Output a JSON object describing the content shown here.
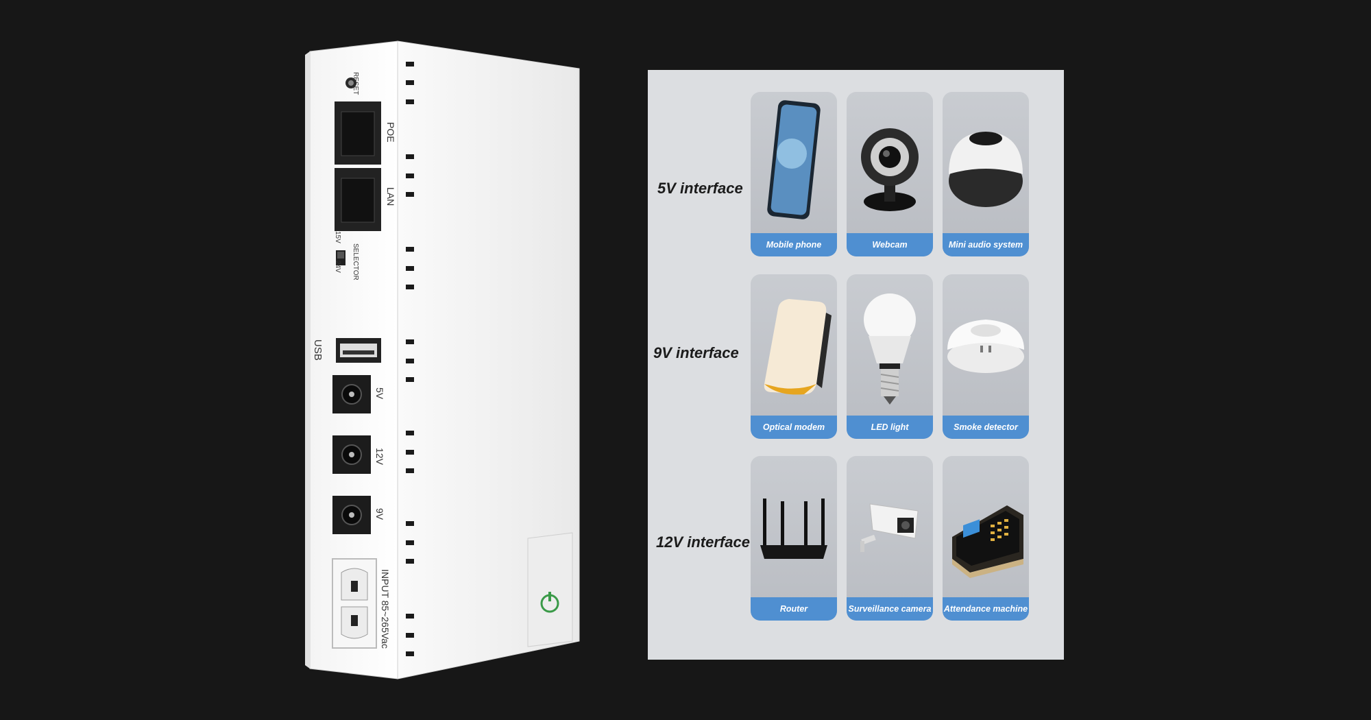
{
  "device": {
    "labels": {
      "reset": "RESET",
      "poe": "POE",
      "lan": "LAN",
      "v15": "15V",
      "selector": "SELECTOR",
      "v24": "24V",
      "usb": "USB",
      "v5": "5V",
      "v12": "12V",
      "v9": "9V",
      "input": "INPUT 85~265Vac"
    }
  },
  "panel": {
    "background": "#dcdee1",
    "caption_color": "#4f8fd1",
    "rows": [
      {
        "label": "5V interface",
        "items": [
          {
            "caption": "Mobile phone",
            "icon": "mobile-phone-icon"
          },
          {
            "caption": "Webcam",
            "icon": "webcam-icon"
          },
          {
            "caption": "Mini audio system",
            "icon": "speaker-icon"
          }
        ]
      },
      {
        "label": "9V interface",
        "items": [
          {
            "caption": "Optical modem",
            "icon": "modem-icon"
          },
          {
            "caption": "LED light",
            "icon": "bulb-icon"
          },
          {
            "caption": "Smoke detector",
            "icon": "smoke-detector-icon"
          }
        ]
      },
      {
        "label": "12V interface",
        "items": [
          {
            "caption": "Router",
            "icon": "router-icon"
          },
          {
            "caption": "Surveillance camera",
            "icon": "cctv-camera-icon"
          },
          {
            "caption": "Attendance machine",
            "icon": "attendance-machine-icon"
          }
        ]
      }
    ]
  }
}
